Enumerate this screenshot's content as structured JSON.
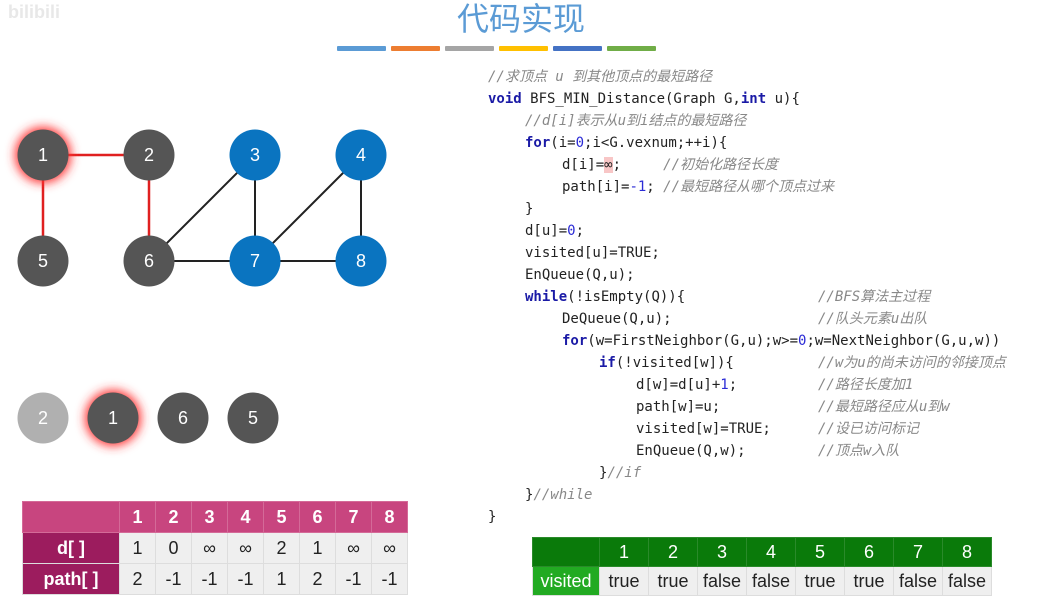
{
  "watermark": "bilibili",
  "title": "代码实现",
  "accent_bars": [
    "#5b9bd5",
    "#ed7d31",
    "#a5a5a5",
    "#ffc000",
    "#4472c4",
    "#70ad47"
  ],
  "graph": {
    "nodes": [
      {
        "id": "1",
        "state": "visited-current"
      },
      {
        "id": "2",
        "state": "visited"
      },
      {
        "id": "3",
        "state": "unvisited"
      },
      {
        "id": "4",
        "state": "unvisited"
      },
      {
        "id": "5",
        "state": "visited"
      },
      {
        "id": "6",
        "state": "visited"
      },
      {
        "id": "7",
        "state": "unvisited"
      },
      {
        "id": "8",
        "state": "unvisited"
      }
    ],
    "edges": [
      [
        "1",
        "2",
        true
      ],
      [
        "1",
        "5",
        true
      ],
      [
        "2",
        "6",
        true
      ],
      [
        "3",
        "6",
        false
      ],
      [
        "3",
        "7",
        false
      ],
      [
        "4",
        "7",
        false
      ],
      [
        "4",
        "8",
        false
      ],
      [
        "6",
        "7",
        false
      ],
      [
        "7",
        "8",
        false
      ]
    ],
    "colors": {
      "visited": "#555555",
      "unvisited": "#0a74c0",
      "tree_edge": "#e02020",
      "edge": "#222222"
    }
  },
  "queue": [
    {
      "id": "2",
      "state": "dequeued"
    },
    {
      "id": "1",
      "state": "current"
    },
    {
      "id": "6",
      "state": "queued"
    },
    {
      "id": "5",
      "state": "queued"
    }
  ],
  "code": [
    {
      "i": 0,
      "s": [
        [
          "//求顶点 u 到其他顶点的最短路径",
          "cm"
        ]
      ]
    },
    {
      "i": 0,
      "s": [
        [
          "void",
          "kw"
        ],
        [
          " BFS_MIN_Distance(Graph G,",
          ""
        ],
        [
          "int",
          "kw"
        ],
        [
          " u){",
          ""
        ]
      ]
    },
    {
      "i": 1,
      "s": [
        [
          "//d[i]表示从u到i结点的最短路径",
          "cm"
        ]
      ]
    },
    {
      "i": 1,
      "s": [
        [
          "for",
          "kw"
        ],
        [
          "(i=",
          ""
        ],
        [
          "0",
          "num"
        ],
        [
          ";i<G.vexnum;++i){",
          ""
        ]
      ]
    },
    {
      "i": 2,
      "s": [
        [
          "d[i]=",
          ""
        ],
        [
          "∞",
          "hl"
        ],
        [
          ";     ",
          ""
        ],
        [
          "//初始化路径长度",
          "cm"
        ]
      ]
    },
    {
      "i": 2,
      "s": [
        [
          "path[i]=",
          ""
        ],
        [
          "-1",
          "num"
        ],
        [
          "; ",
          ""
        ],
        [
          "//最短路径从哪个顶点过来",
          "cm"
        ]
      ]
    },
    {
      "i": 1,
      "s": [
        [
          "}",
          ""
        ]
      ]
    },
    {
      "i": 1,
      "s": [
        [
          "d[u]=",
          ""
        ],
        [
          "0",
          "num"
        ],
        [
          ";",
          ""
        ]
      ]
    },
    {
      "i": 1,
      "s": [
        [
          "visited[u]=TRUE;",
          ""
        ]
      ]
    },
    {
      "i": 1,
      "s": [
        [
          "EnQueue(Q,u);",
          ""
        ]
      ]
    },
    {
      "i": 1,
      "s": [
        [
          "while",
          "kw"
        ],
        [
          "(!isEmpty(Q)){",
          ""
        ]
      ],
      "c": "//BFS算法主过程"
    },
    {
      "i": 2,
      "s": [
        [
          "DeQueue(Q,u);",
          ""
        ]
      ],
      "c": "//队头元素u出队"
    },
    {
      "i": 2,
      "s": [
        [
          "for",
          "kw"
        ],
        [
          "(w=FirstNeighbor(G,u);w>=",
          ""
        ],
        [
          "0",
          "num"
        ],
        [
          ";w=NextNeighbor(G,u,w))",
          ""
        ]
      ]
    },
    {
      "i": 3,
      "s": [
        [
          "if",
          "kw"
        ],
        [
          "(!visited[w]){",
          ""
        ]
      ],
      "c": "//w为u的尚未访问的邻接顶点"
    },
    {
      "i": 4,
      "s": [
        [
          "d[w]=d[u]+",
          ""
        ],
        [
          "1",
          "num"
        ],
        [
          ";",
          ""
        ]
      ],
      "c": "//路径长度加1"
    },
    {
      "i": 4,
      "s": [
        [
          "path[w]=u;",
          ""
        ]
      ],
      "c": "//最短路径应从u到w"
    },
    {
      "i": 4,
      "s": [
        [
          "visited[w]=TRUE;",
          ""
        ]
      ],
      "c": "//设已访问标记"
    },
    {
      "i": 4,
      "s": [
        [
          "EnQueue(Q,w);",
          ""
        ]
      ],
      "c": "//顶点w入队"
    },
    {
      "i": 3,
      "s": [
        [
          "}",
          ""
        ],
        [
          "//if",
          "cm"
        ]
      ]
    },
    {
      "i": 1,
      "s": [
        [
          "}",
          ""
        ],
        [
          "//while",
          "cm"
        ]
      ]
    },
    {
      "i": 0,
      "s": [
        [
          "}",
          ""
        ]
      ]
    }
  ],
  "dist_table": {
    "headers": [
      "1",
      "2",
      "3",
      "4",
      "5",
      "6",
      "7",
      "8"
    ],
    "rows": [
      {
        "label": "d[ ]",
        "values": [
          "1",
          "0",
          "∞",
          "∞",
          "2",
          "1",
          "∞",
          "∞"
        ]
      },
      {
        "label": "path[ ]",
        "values": [
          "2",
          "-1",
          "-1",
          "-1",
          "1",
          "2",
          "-1",
          "-1"
        ]
      }
    ]
  },
  "visited_table": {
    "headers": [
      "1",
      "2",
      "3",
      "4",
      "5",
      "6",
      "7",
      "8"
    ],
    "label": "visited",
    "values": [
      "true",
      "true",
      "false",
      "false",
      "true",
      "true",
      "false",
      "false"
    ]
  }
}
